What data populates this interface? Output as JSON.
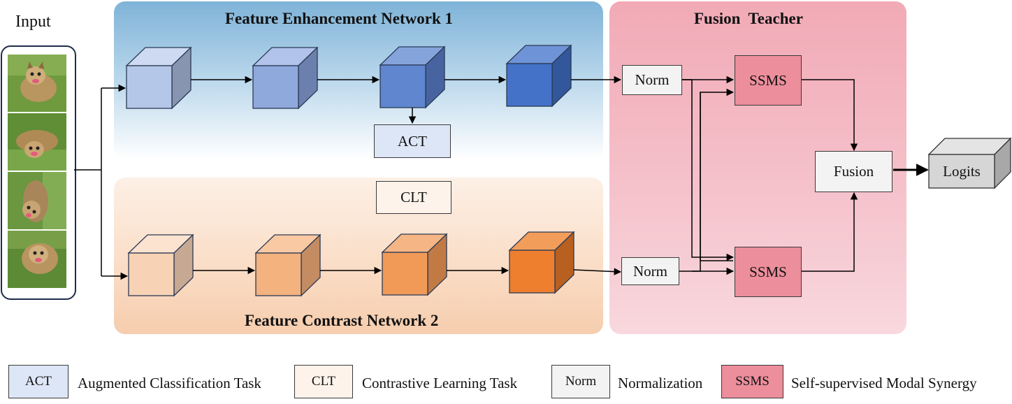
{
  "input": {
    "label": "Input"
  },
  "enhancement": {
    "title": "Feature Enhancement Network 1",
    "act_label": "ACT"
  },
  "contrast": {
    "title": "Feature Contrast Network 2",
    "clt_label": "CLT"
  },
  "fusion_teacher": {
    "title": "Fusion  Teacher",
    "norm_top": "Norm",
    "norm_bottom": "Norm",
    "ssms_top": "SSMS",
    "ssms_bottom": "SSMS",
    "fusion": "Fusion"
  },
  "output": {
    "logits": "Logits"
  },
  "legend": [
    {
      "abbr": "ACT",
      "text": "Augmented Classification Task",
      "color": "#dde6f6"
    },
    {
      "abbr": "CLT",
      "text": "Contrastive Learning Task",
      "color": "#fdf3ea"
    },
    {
      "abbr": "Norm",
      "text": "Normalization",
      "color": "#f3f3f3"
    },
    {
      "abbr": "SSMS",
      "text": "Self-supervised Modal Synergy",
      "color": "#ec8e9c"
    }
  ],
  "colors": {
    "enh_cubes": [
      "#b5c7e8",
      "#8fa9dd",
      "#5f86cf",
      "#4372c8"
    ],
    "con_cubes": [
      "#f7d2b5",
      "#f4b27f",
      "#f19a58",
      "#ee7f2e"
    ],
    "logits_cube": "#d6d6d6"
  }
}
